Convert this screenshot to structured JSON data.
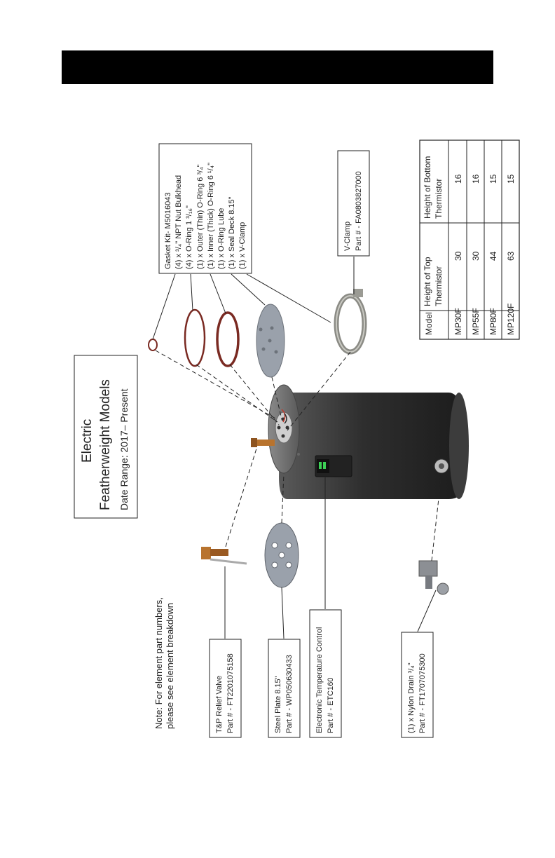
{
  "title_box": {
    "line1": "Electric",
    "line2": "Featherweight Models",
    "line3": "Date Range: 2017– Present"
  },
  "note": {
    "line1": "Note: For element part numbers,",
    "line2": "please see element breakdown"
  },
  "parts": {
    "gasket_kit": {
      "title": "Gasket Kit- M5016043",
      "items": [
        "(4) x ³/₄\" NPT Nut Bulkhead",
        "(4) x O-Ring 1 ³/₁₆\"",
        "(1) x Outer (Thin) O-Ring 6 ³/₄\"",
        "(1) x Inner (Thick) O-Ring 6 ¹/₄\"",
        "(1) x O-Ring Lube",
        "(1) x Seal Deck 8.15\"",
        "(1) x V-Clamp"
      ]
    },
    "v_clamp": {
      "name": "V-Clamp",
      "part": "Part # - FA0803827000"
    },
    "tp_relief_valve": {
      "name": "T&P Relief Valve",
      "part": "Part # - FT2201075158"
    },
    "steel_plate": {
      "name": "Steel Plate 8.15\"",
      "part": "Part # - WP050630433"
    },
    "temperature_control": {
      "name": "Electronic Temperature Control",
      "part": "Part # - ETC160"
    },
    "nylon_drain": {
      "name": "(1)  x Nylon Drain ³/₄\"",
      "part": "Part # - FT1707075300"
    }
  },
  "thermistor_table": {
    "headers": [
      "Model",
      "Height of Top Thermistor",
      "Height of Bottom Thermistor"
    ],
    "rows": [
      [
        "MP30F",
        "30",
        "16"
      ],
      [
        "MP55F",
        "30",
        "16"
      ],
      [
        "MP80F",
        "44",
        "15"
      ],
      [
        "MP120F",
        "63",
        "15"
      ]
    ]
  },
  "colors": {
    "header_bar": "#000000",
    "tank_body": "#3a3a3a",
    "tank_end": "#7a7a7a",
    "brass": "#b8732e",
    "o_ring": "#7a2a22",
    "display_green": "#3ccf55"
  }
}
